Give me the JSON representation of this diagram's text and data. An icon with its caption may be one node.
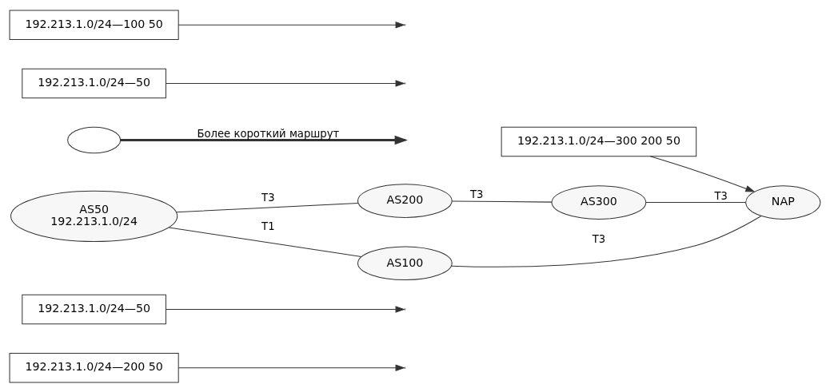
{
  "diagram": {
    "nodes": [
      {
        "text": [
          "192.213.1.0/24—200 50"
        ]
      },
      {
        "text": [
          "192.213.1.0/24—50"
        ]
      },
      {
        "text": [
          "AS200"
        ]
      },
      {
        "text": [
          "AS300"
        ]
      },
      {
        "text": [
          "AS50",
          "192.213.1.0/24"
        ]
      },
      {
        "text": [
          "192.213.1.0/24—300 200 50"
        ]
      },
      {
        "text": [
          "AS100"
        ]
      },
      {
        "text": [
          "NAP"
        ]
      },
      {
        "text": [],
        "shape": "oval"
      },
      {
        "text": [
          "192.213.1.0/24—50"
        ]
      },
      {
        "text": [
          "192.213.1.0/24—100 50"
        ]
      }
    ],
    "edges": [
      {
        "from": 4,
        "to": 2,
        "arrow": "none",
        "label": "T3"
      },
      {
        "from": 2,
        "to": 3,
        "arrow": "none",
        "label": "T3"
      },
      {
        "from": 3,
        "to": 7,
        "arrow": "none",
        "label": "T3"
      },
      {
        "from": 4,
        "to": 6,
        "arrow": "none",
        "label": "T1"
      },
      {
        "from": 6,
        "to": 7,
        "arrow": "none",
        "label": "T3"
      },
      {
        "from": 1,
        "to": null,
        "arrow": "to"
      },
      {
        "from": 0,
        "to": null,
        "arrow": "to"
      },
      {
        "from": 5,
        "to": 7,
        "arrow": "to"
      },
      {
        "from": 9,
        "to": null,
        "arrow": "to"
      },
      {
        "from": 10,
        "to": null,
        "arrow": "to"
      },
      {
        "from": 8,
        "to": null,
        "arrow": "to",
        "style": "thick",
        "label": "Более короткий маршрут"
      }
    ]
  }
}
